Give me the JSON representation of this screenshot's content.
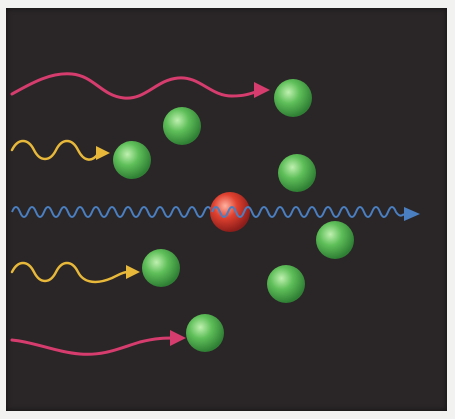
{
  "colors": {
    "background": "#2a2627",
    "frame": "#f2f2f0",
    "atom_green": "#4caf50",
    "atom_red": "#e0412f",
    "wave_magenta": "#d63d6e",
    "wave_yellow": "#e7b83a",
    "wave_blue": "#4a7fc2"
  },
  "elements": {
    "atoms_green_count": 8,
    "atoms_red_count": 1,
    "incoming_waves": [
      "magenta",
      "yellow",
      "blue",
      "yellow",
      "magenta"
    ]
  }
}
